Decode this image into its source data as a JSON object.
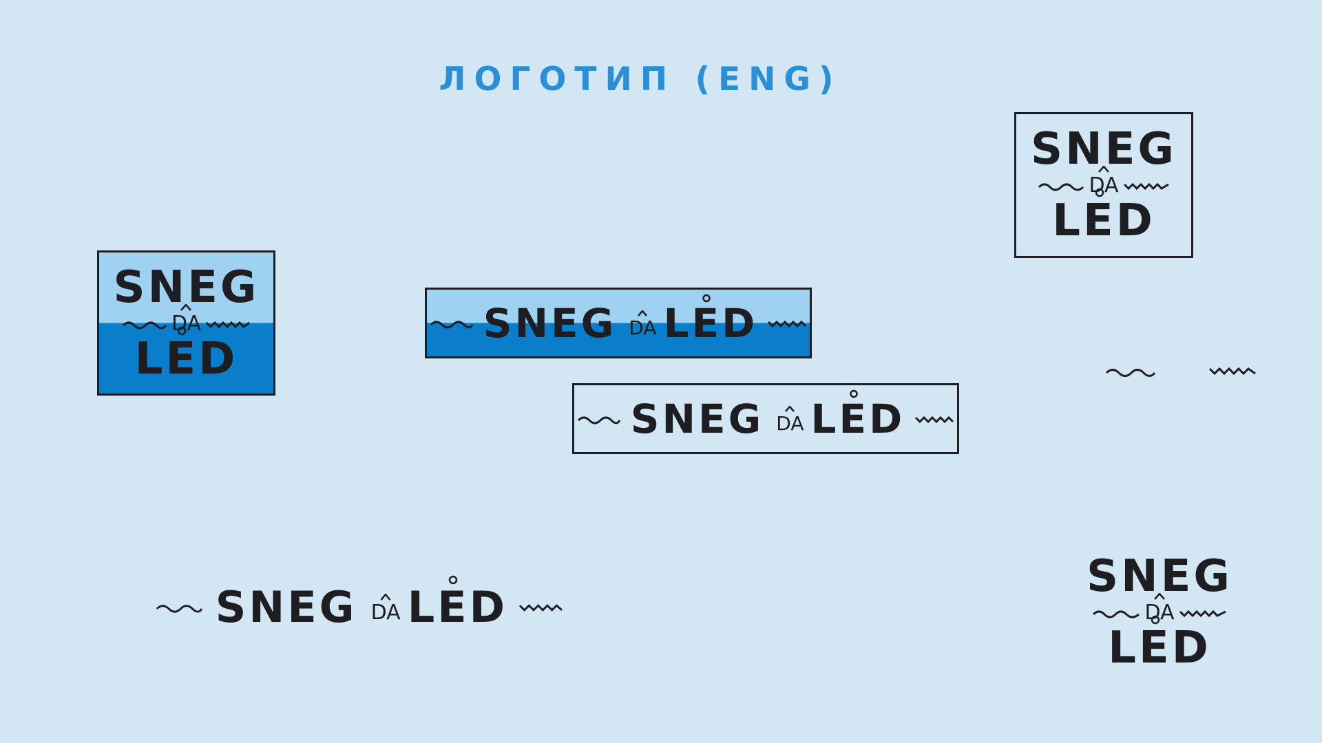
{
  "page": {
    "title": "ЛОГОТИП (ENG)"
  },
  "logo": {
    "word1": "SNEG",
    "word2": "DÂ",
    "word3": "LЁD",
    "w1": "SNEG",
    "d": "D",
    "a": "A",
    "l": "L",
    "e": "E",
    "dd": "D"
  },
  "colors": {
    "background": "#d3e6f4",
    "title": "#2a8fd5",
    "ink": "#1e1d22",
    "light_blue": "#9fd2f0",
    "blue": "#0b7ecb"
  },
  "icons": {
    "wave": "wave-icon",
    "ring": "ring-accent-icon",
    "hat": "circumflex-accent-icon"
  }
}
